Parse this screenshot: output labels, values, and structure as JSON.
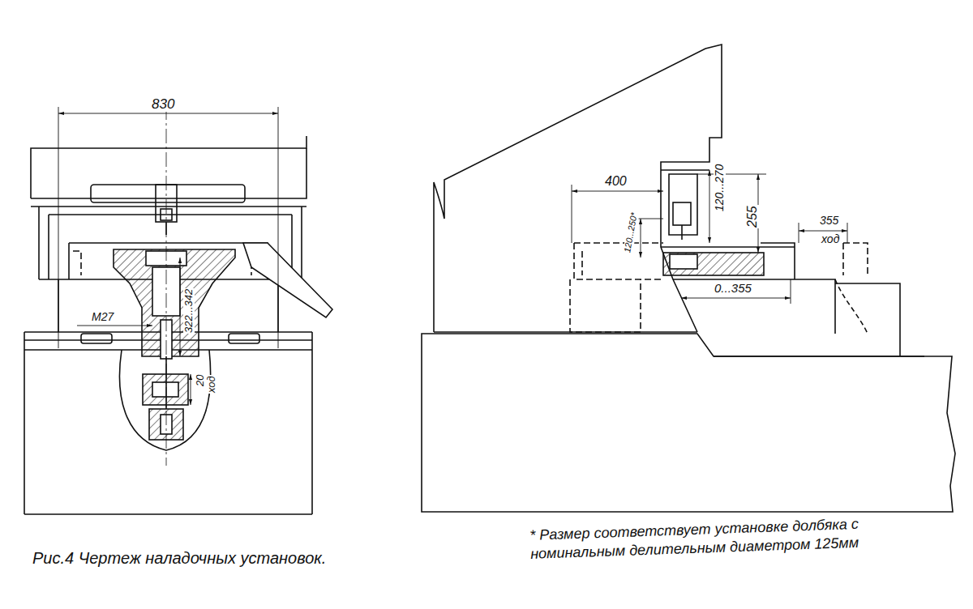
{
  "diagram": {
    "caption": "Рис.4 Чертеж наладочных установок.",
    "labels": [
      "830",
      "М27",
      "322...342",
      "20",
      "ход",
      "400",
      "120...270",
      "255",
      "120...250*",
      "355",
      "ход",
      "0...355",
      "* Размер соответствует установке долбяка с номинальным делительным диаметром 125мм"
    ]
  }
}
